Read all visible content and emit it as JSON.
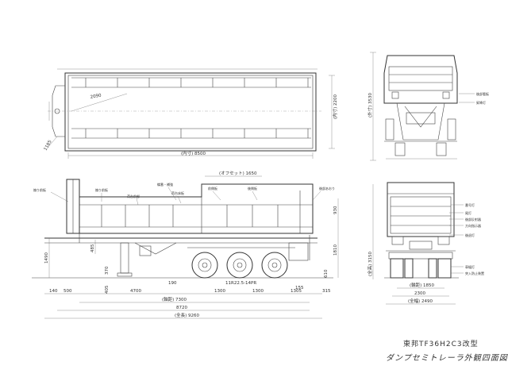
{
  "drawing": {
    "model_line": "東邦TF36H2C3改型",
    "title_line": "ダンプセミトレーラ外観四面図"
  },
  "plan_view": {
    "dims": {
      "inner_length": "(内寸) 8500",
      "inner_width": "(内寸) 2200",
      "dim_2090": "2090",
      "dim_1185": "1185"
    }
  },
  "rear_view_top": {
    "dims": {
      "height": "(外寸) 3530"
    },
    "labels": [
      "後部看板",
      "昇降灯"
    ]
  },
  "side_view": {
    "dims": {
      "offset": "(オフセット) 1650",
      "d1490": "1490",
      "d485": "485",
      "d370": "370",
      "d405": "405",
      "d190": "190",
      "d1810": "1810",
      "d610": "610",
      "d930": "930",
      "tire": "11R22.5-14PR",
      "d155": "155",
      "b140": "140",
      "b500": "500",
      "b4700": "4700",
      "b1300a": "1300",
      "b1300b": "1300",
      "b1305": "1305",
      "b315": "315",
      "o7300": "(軸距) 7300",
      "o8720": "8720",
      "o9260": "(全長) 9260"
    },
    "labels": [
      "煽り前板",
      "煽り前板",
      "蝶番・補強",
      "前側板",
      "後側板",
      "後部あおり",
      "荷台床板",
      "荷台前部"
    ]
  },
  "rear_view_bottom": {
    "dims": {
      "d1850": "(輪距) 1850",
      "d2300": "2300",
      "d2490": "(全幅) 2490",
      "d3150": "(全高) 3150"
    },
    "labels": [
      "番号灯",
      "尾灯",
      "後部反射器",
      "方向指示器",
      "後退灯",
      "車幅灯",
      "突入防止装置"
    ]
  }
}
